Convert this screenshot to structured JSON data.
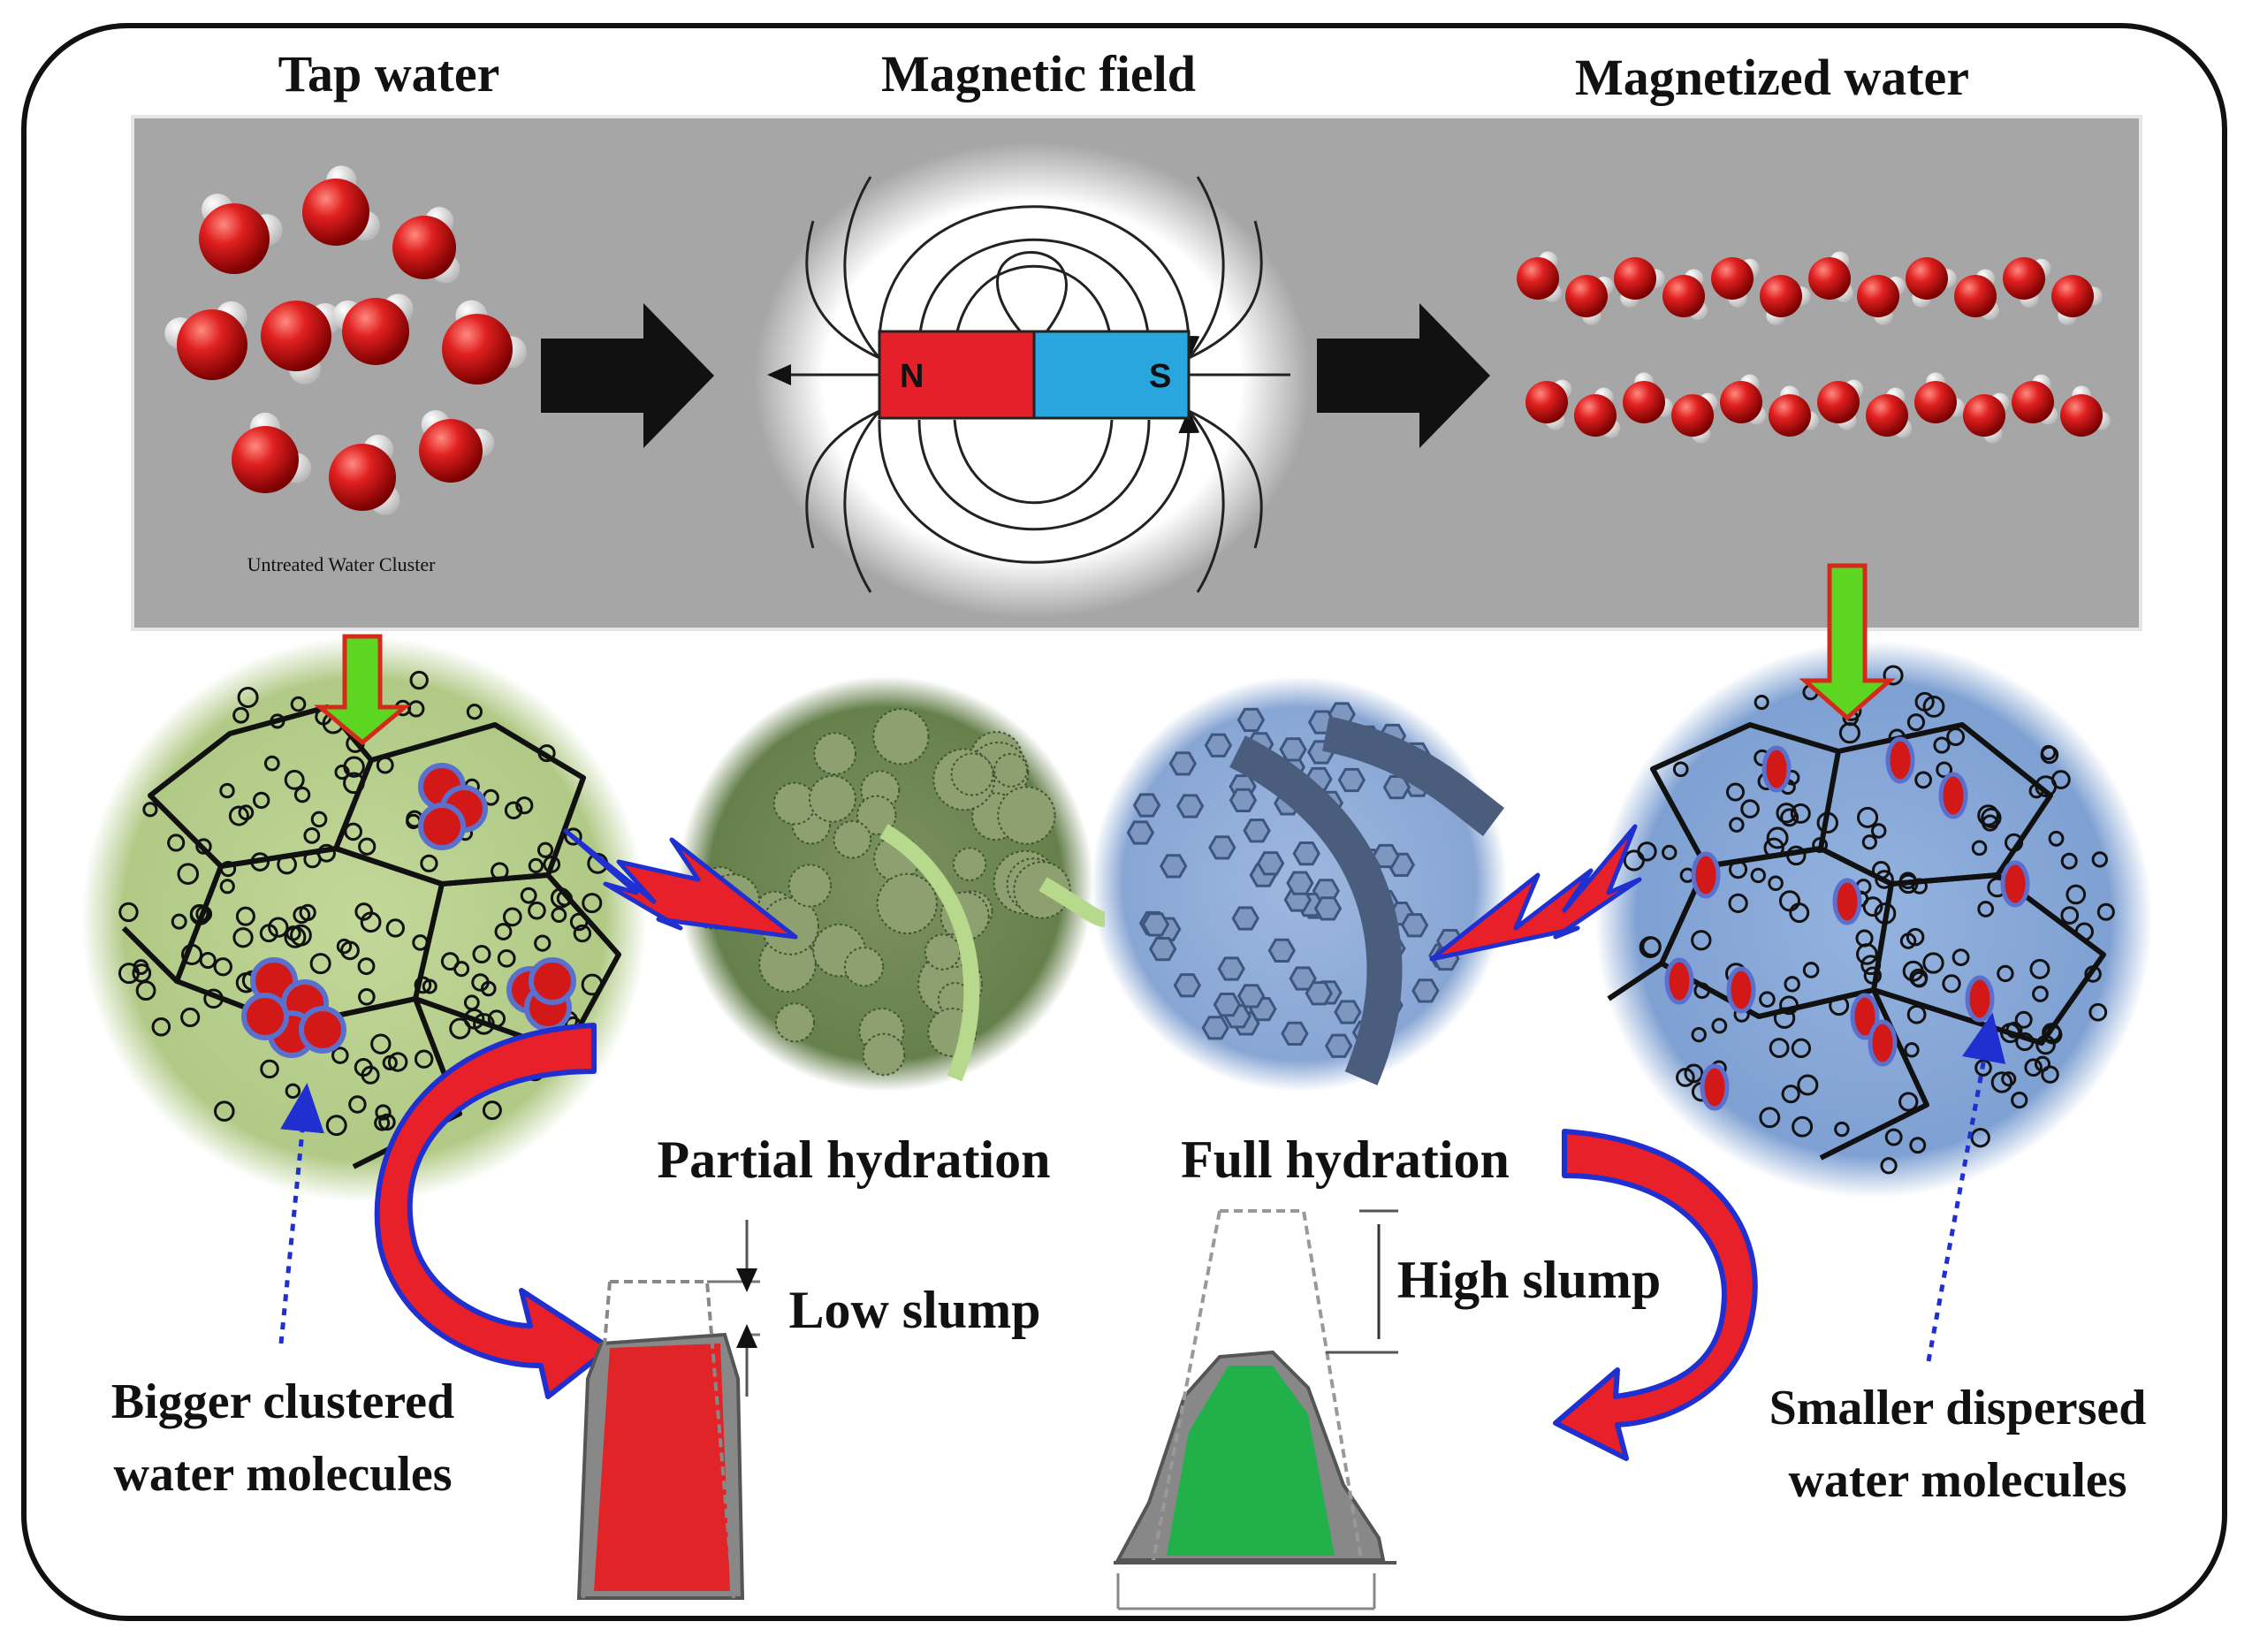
{
  "title": {
    "tap_water": "Tap water",
    "magnetic_field": "Magnetic field",
    "magnetized_water": "Magnetized water"
  },
  "cluster_caption": "Untreated Water Cluster",
  "magnet": {
    "north": "N",
    "south": "S",
    "north_color": "#e5202a",
    "south_color": "#2aa6de"
  },
  "hydration": {
    "partial": "Partial hydration",
    "full": "Full hydration"
  },
  "slump": {
    "low": "Low slump",
    "high": "High slump",
    "low_color": "#e02428",
    "high_color": "#22b04a"
  },
  "notes": {
    "bigger": "Bigger clustered water molecules",
    "smaller": "Smaller dispersed water molecules"
  },
  "colors": {
    "panel_bg": "#a6a6a6",
    "molecule_oxygen": "#d31818",
    "molecule_hydrogen": "#f2f2f2",
    "arrow_dark": "#111111",
    "down_arrow_fill": "#5cd620",
    "down_arrow_outline": "#d42a1a",
    "curved_arrow_fill": "#e8202a",
    "curved_arrow_outline": "#1f2fd0",
    "tap_circle": "#b6cf8a",
    "partial_circle": "#6f8656",
    "full_circle": "#8eaad6",
    "magnetized_circle": "#86a8d8"
  }
}
